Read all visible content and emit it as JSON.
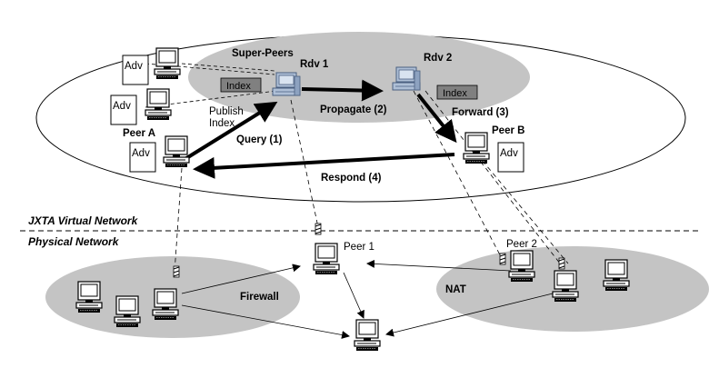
{
  "labels": {
    "super_peers": "Super-Peers",
    "rdv1": "Rdv 1",
    "rdv2": "Rdv 2",
    "index1": "Index",
    "index2": "Index",
    "publish": "Publish",
    "index_word": "Index",
    "propagate": "Propagate (2)",
    "forward": "Forward (3)",
    "query": "Query (1)",
    "respond": "Respond (4)",
    "peer_a": "Peer A",
    "peer_b": "Peer B",
    "adv": "Adv",
    "jxta": "JXTA Virtual Network",
    "physical": "Physical Network",
    "peer1": "Peer 1",
    "peer2": "Peer 2",
    "firewall": "Firewall",
    "nat": "NAT"
  },
  "colors": {
    "ellipse_fill": "#c4c4c4",
    "index_fill": "#808080",
    "server_fill": "#aebfd6"
  }
}
